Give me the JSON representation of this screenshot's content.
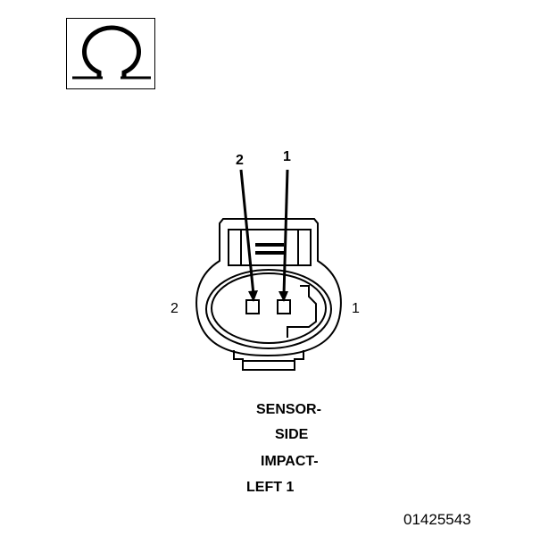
{
  "symbol": {
    "icon": "ohm-icon"
  },
  "connector": {
    "pin_callouts": [
      "2",
      "1"
    ],
    "side_labels": {
      "left": "2",
      "right": "1"
    }
  },
  "caption": {
    "lines": [
      "SENSOR-",
      "SIDE",
      "IMPACT-",
      "LEFT 1"
    ]
  },
  "figure_id": "01425543"
}
